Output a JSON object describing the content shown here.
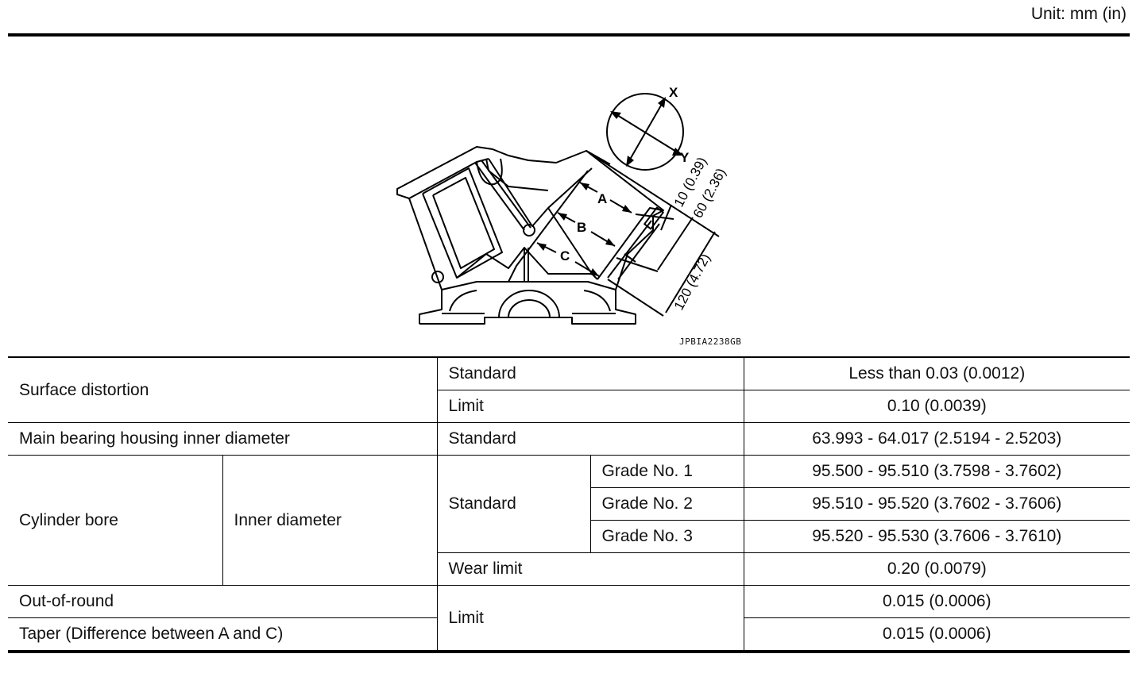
{
  "header": {
    "unit": "Unit: mm (in)"
  },
  "figure": {
    "code": "JPBIA2238GB",
    "labels": {
      "a": "A",
      "b": "B",
      "c": "C",
      "x": "X",
      "y": "Y",
      "dim_10": "10 (0.39)",
      "dim_60": "60 (2.36)",
      "dim_120": "120 (4.72)"
    }
  },
  "table": {
    "surface_distortion": "Surface distortion",
    "standard": "Standard",
    "limit": "Limit",
    "surface_standard_value": "Less than 0.03 (0.0012)",
    "surface_limit_value": "0.10 (0.0039)",
    "main_bearing": "Main bearing housing inner diameter",
    "main_bearing_value": "63.993 - 64.017 (2.5194 - 2.5203)",
    "cylinder_bore": "Cylinder bore",
    "inner_diameter": "Inner diameter",
    "grade1": "Grade No. 1",
    "grade1_value": "95.500 - 95.510 (3.7598 - 3.7602)",
    "grade2": "Grade No. 2",
    "grade2_value": "95.510 - 95.520 (3.7602 - 3.7606)",
    "grade3": "Grade No. 3",
    "grade3_value": "95.520 - 95.530 (3.7606 - 3.7610)",
    "wear_limit": "Wear limit",
    "wear_limit_value": "0.20 (0.0079)",
    "out_of_round": "Out-of-round",
    "out_of_round_value": "0.015 (0.0006)",
    "taper": "Taper (Difference between A and C)",
    "taper_value": "0.015 (0.0006)"
  }
}
